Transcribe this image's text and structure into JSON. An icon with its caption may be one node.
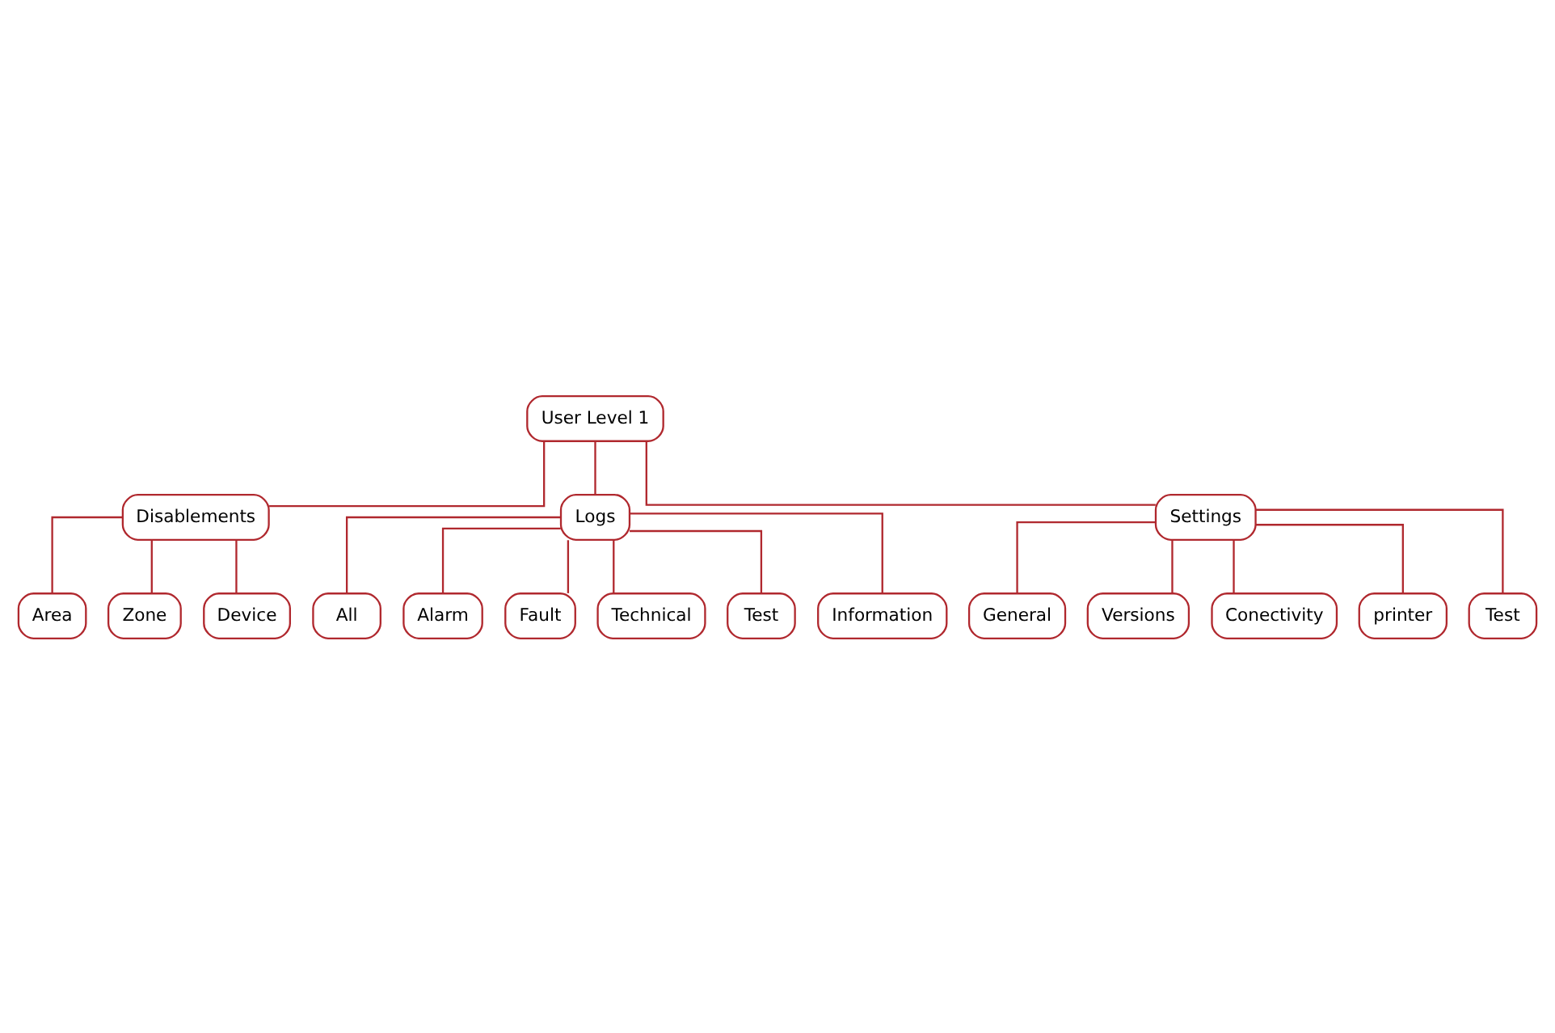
{
  "diagram": {
    "nodes": [
      {
        "text": [
          "User Level 1"
        ]
      },
      {
        "text": [
          "Disablements"
        ]
      },
      {
        "text": [
          "Logs"
        ]
      },
      {
        "text": [
          "Settings"
        ]
      },
      {
        "text": [
          "Area"
        ]
      },
      {
        "text": [
          "Zone"
        ]
      },
      {
        "text": [
          "Device"
        ]
      },
      {
        "text": [
          "All"
        ]
      },
      {
        "text": [
          "Alarm"
        ]
      },
      {
        "text": [
          "Fault"
        ]
      },
      {
        "text": [
          "Technical"
        ]
      },
      {
        "text": [
          "Test"
        ]
      },
      {
        "text": [
          "Information"
        ]
      },
      {
        "text": [
          "General"
        ]
      },
      {
        "text": [
          "Versions"
        ]
      },
      {
        "text": [
          "Conectivity"
        ]
      },
      {
        "text": [
          "printer"
        ]
      },
      {
        "text": [
          "Test"
        ]
      }
    ],
    "edges": [
      {
        "from": 0,
        "to": 1,
        "arrow": "none"
      },
      {
        "from": 0,
        "to": 2,
        "arrow": "none"
      },
      {
        "from": 0,
        "to": 3,
        "arrow": "none"
      },
      {
        "from": 1,
        "to": 4,
        "arrow": "none"
      },
      {
        "from": 1,
        "to": 5,
        "arrow": "none"
      },
      {
        "from": 1,
        "to": 6,
        "arrow": "none"
      },
      {
        "from": 2,
        "to": 7,
        "arrow": "none"
      },
      {
        "from": 2,
        "to": 8,
        "arrow": "none"
      },
      {
        "from": 2,
        "to": 9,
        "arrow": "none"
      },
      {
        "from": 2,
        "to": 10,
        "arrow": "none"
      },
      {
        "from": 2,
        "to": 11,
        "arrow": "none"
      },
      {
        "from": 2,
        "to": 12,
        "arrow": "none"
      },
      {
        "from": 3,
        "to": 13,
        "arrow": "none"
      },
      {
        "from": 3,
        "to": 14,
        "arrow": "none"
      },
      {
        "from": 3,
        "to": 15,
        "arrow": "none"
      },
      {
        "from": 3,
        "to": 16,
        "arrow": "none"
      },
      {
        "from": 3,
        "to": 17,
        "arrow": "none"
      }
    ]
  }
}
